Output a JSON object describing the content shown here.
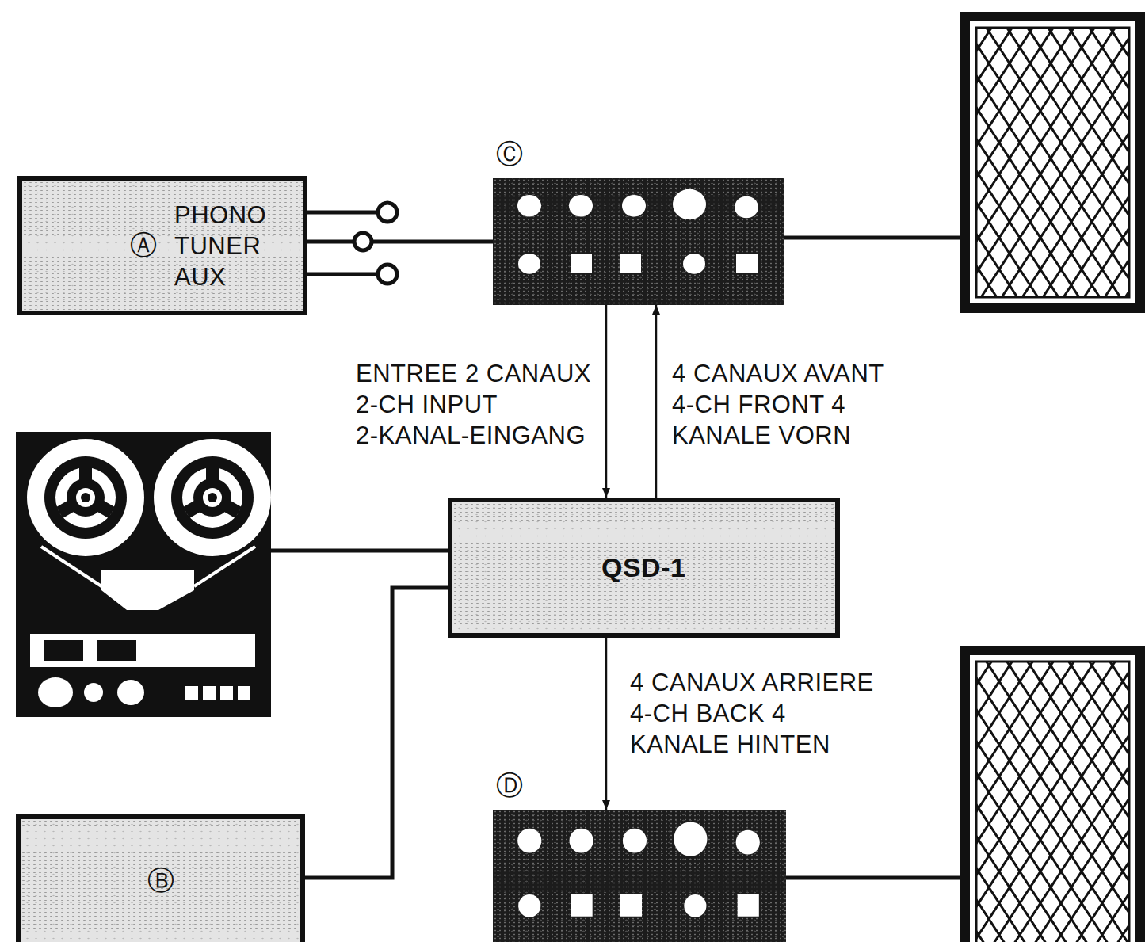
{
  "diagram": {
    "nodes": [
      {
        "text": [
          "Ⓐ",
          "PHONO TUNER AUX"
        ]
      },
      {
        "text": [
          "Ⓒ"
        ]
      },
      {
        "text": [
          "QSD-1"
        ]
      },
      {
        "text": [
          "Ⓑ"
        ]
      },
      {
        "text": [
          "Ⓓ"
        ]
      }
    ],
    "edges": [
      {
        "from": 0,
        "to": 1,
        "arrow": "none"
      },
      {
        "from": 1,
        "to": 2,
        "label": "ENTREE 2 CANAUX 2-CH INPUT 2-KANAL-EINGANG",
        "arrow": "to"
      },
      {
        "from": 2,
        "to": 1,
        "label": "4 CANAUX AVANT 4-CH FRONT 4 KANALE VORN",
        "arrow": "to"
      },
      {
        "from": 3,
        "to": 2,
        "arrow": "none"
      },
      {
        "from": 2,
        "to": 4,
        "label": "4 CANAUX ARRIERE 4-CH BACK 4 KANALE HINTEN",
        "arrow": "to"
      }
    ]
  }
}
